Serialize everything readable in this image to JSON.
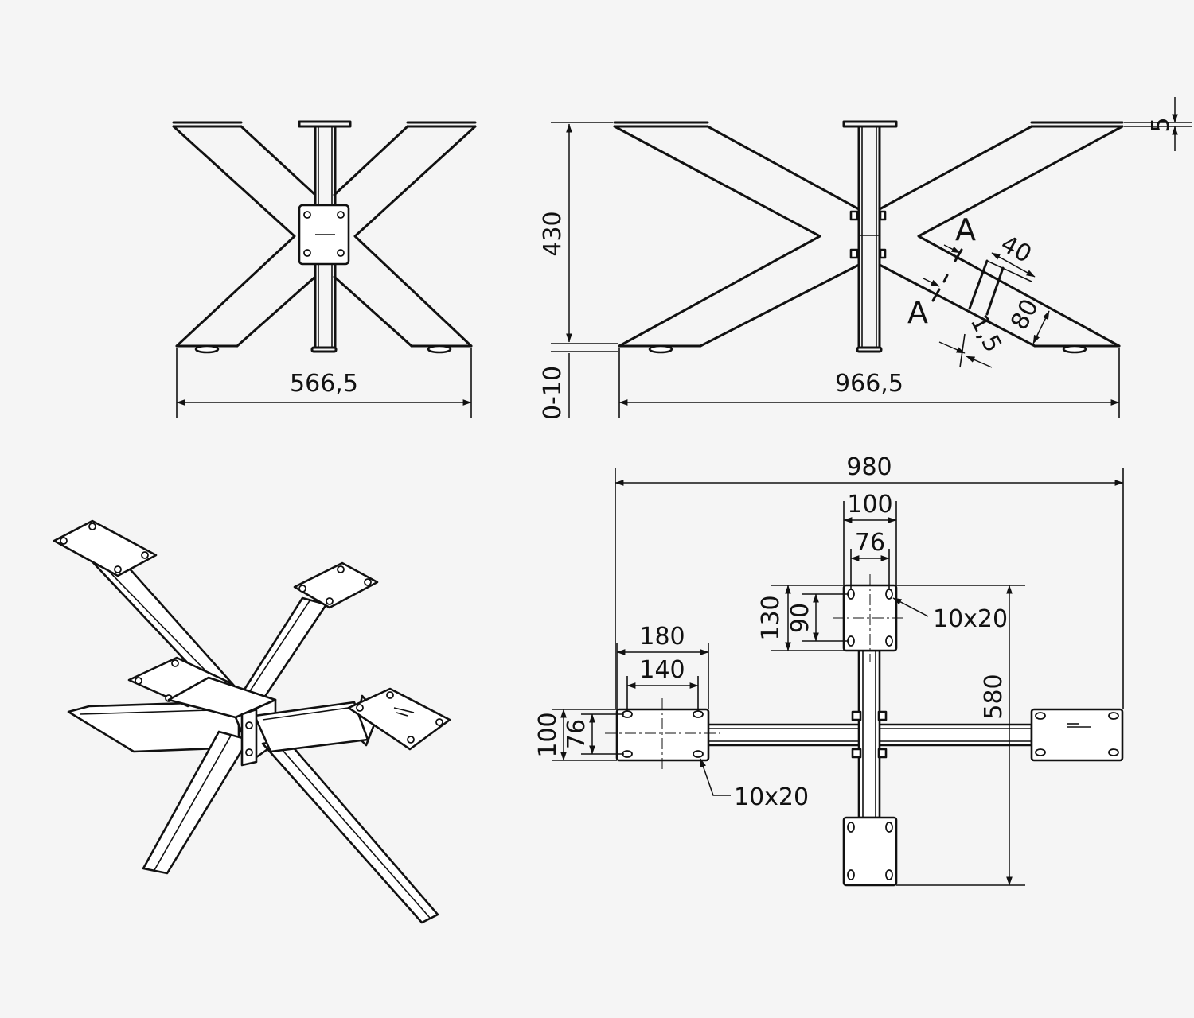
{
  "front_view": {
    "width_label": "566,5"
  },
  "side_view": {
    "height_label": "430",
    "adjust_label": "0-10",
    "length_label": "966,5",
    "plate_thickness_label": "5",
    "section_marker": "A",
    "profile_depth_label": "40",
    "profile_height_label": "80",
    "wall_thickness_label": "1,5"
  },
  "top_view": {
    "overall_length_label": "980",
    "plate_width_label": "100",
    "hole_spacing_w_label": "76",
    "plate_depth_label": "130",
    "hole_spacing_d_label": "90",
    "slot_label": "10x20",
    "side_plate_length_label": "180",
    "side_hole_spacing_label": "140",
    "side_plate_width_label": "100",
    "side_hole_width_label": "76",
    "side_slot_label": "10x20",
    "overall_width_label": "580"
  }
}
